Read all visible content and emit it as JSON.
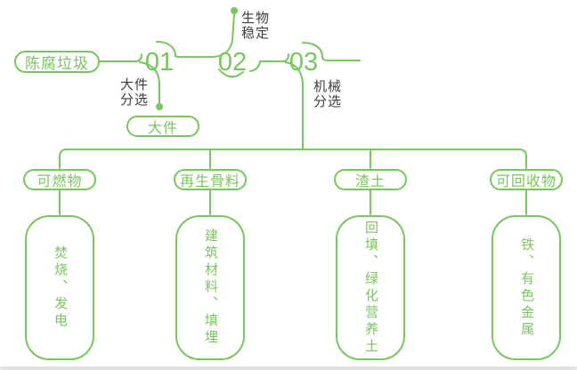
{
  "colors": {
    "green": "#79c55e",
    "label_dark": "#3e3e3e",
    "bottom_bar": "#e1e1e1"
  },
  "source": {
    "label": "陈腐垃圾"
  },
  "steps": [
    {
      "number": "01",
      "side_label": "大件\n分选",
      "branch_output": "大件"
    },
    {
      "number": "02",
      "side_label": "生物\n稳定"
    },
    {
      "number": "03",
      "side_label": "机械\n分选"
    }
  ],
  "categories": [
    {
      "name": "可燃物",
      "detail": "焚烧、发电"
    },
    {
      "name": "再生骨料",
      "detail": "建筑材料、填埋"
    },
    {
      "name": "渣土",
      "detail": "回填、绿化营养土"
    },
    {
      "name": "可回收物",
      "detail": "铁、有色金属"
    }
  ],
  "icons": [
    {
      "name": "bulk-branch-dot",
      "shape": "filled-circle"
    },
    {
      "name": "bio-stable-dot",
      "shape": "filled-circle"
    }
  ]
}
